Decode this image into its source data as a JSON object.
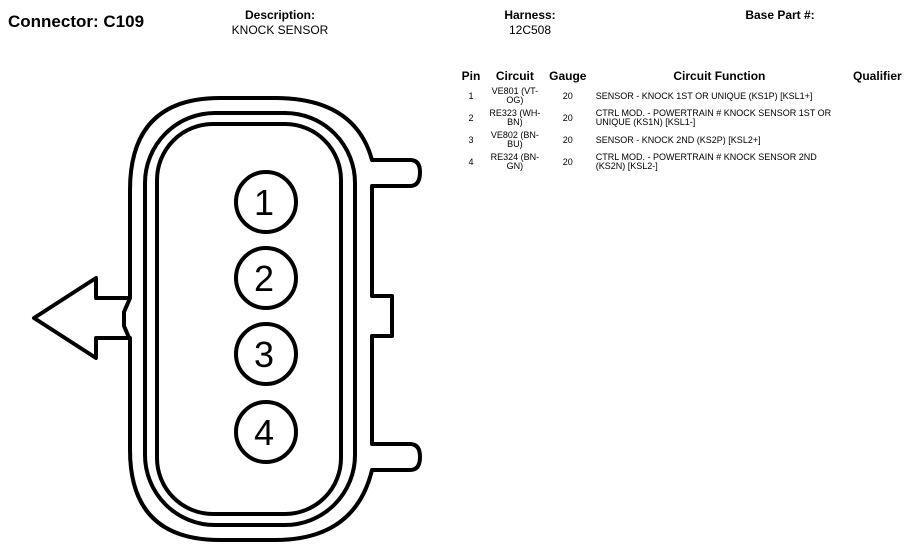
{
  "header": {
    "connector_title": "Connector: C109",
    "description_label": "Description:",
    "description_value": "KNOCK SENSOR",
    "harness_label": "Harness:",
    "harness_value": "12C508",
    "base_part_label": "Base Part #:",
    "base_part_value": ""
  },
  "table": {
    "columns": [
      "Pin",
      "Circuit",
      "Gauge",
      "Circuit Function",
      "Qualifier"
    ],
    "rows": [
      {
        "pin": "1",
        "circuit": "VE801 (VT-OG)",
        "gauge": "20",
        "function": "SENSOR - KNOCK 1ST OR UNIQUE (KS1P) [KSL1+]",
        "qualifier": ""
      },
      {
        "pin": "2",
        "circuit": "RE323 (WH-BN)",
        "gauge": "20",
        "function": "CTRL MOD. - POWERTRAIN # KNOCK SENSOR 1ST OR UNIQUE (KS1N) [KSL1-]",
        "qualifier": ""
      },
      {
        "pin": "3",
        "circuit": "VE802 (BN-BU)",
        "gauge": "20",
        "function": "SENSOR - KNOCK 2ND (KS2P) [KSL2+]",
        "qualifier": ""
      },
      {
        "pin": "4",
        "circuit": "RE324 (BN-GN)",
        "gauge": "20",
        "function": "CTRL MOD. - POWERTRAIN # KNOCK SENSOR 2ND (KS2N) [KSL2-]",
        "qualifier": ""
      }
    ]
  },
  "connector": {
    "pin_labels": [
      "1",
      "2",
      "3",
      "4"
    ],
    "stroke_color": "#000000"
  }
}
